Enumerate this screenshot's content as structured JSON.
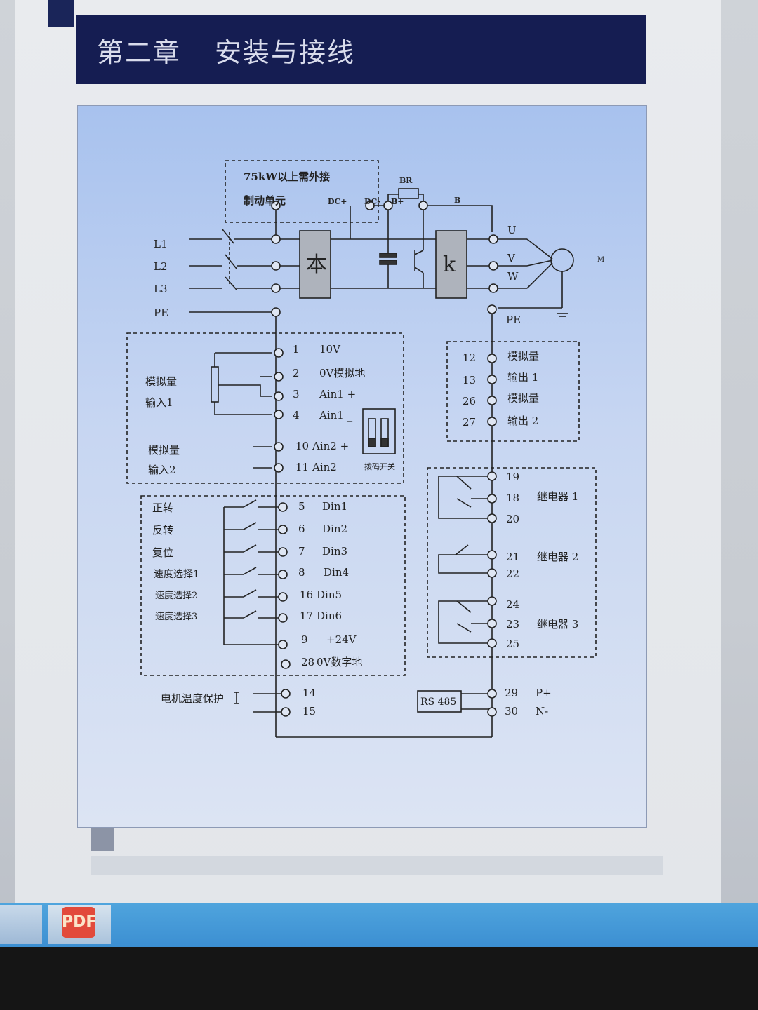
{
  "document": {
    "chapter": "第二章",
    "title": "安装与接线"
  },
  "diagram": {
    "brake_note_line1": "75kW以上需外接",
    "brake_note_line2": "制动单元",
    "bus_labels": {
      "dc_plus": "DC+",
      "dc_minus": "DC-",
      "b_plus": "B+",
      "br": "BR",
      "b": "B"
    },
    "mains_inputs": [
      "L1",
      "L2",
      "L3",
      "PE"
    ],
    "motor_terminals": [
      "U",
      "V",
      "W",
      "PE"
    ],
    "motor_label": "M",
    "analog_input1_label_line1": "模拟量",
    "analog_input1_label_line2": "输入1",
    "analog_input2_label_line1": "模拟量",
    "analog_input2_label_line2": "输入2",
    "analog_terminals": [
      {
        "num": "1",
        "name": "10V"
      },
      {
        "num": "2",
        "name": "0V模拟地"
      },
      {
        "num": "3",
        "name": "Ain1 +"
      },
      {
        "num": "4",
        "name": "Ain1 _"
      },
      {
        "num": "10",
        "name": "Ain2 +"
      },
      {
        "num": "11",
        "name": "Ain2 _"
      }
    ],
    "dip_switch_label": "拨码开关",
    "digital_inputs": [
      {
        "label": "正转",
        "num": "5",
        "name": "Din1"
      },
      {
        "label": "反转",
        "num": "6",
        "name": "Din2"
      },
      {
        "label": "复位",
        "num": "7",
        "name": "Din3"
      },
      {
        "label": "速度选择1",
        "num": "8",
        "name": "Din4"
      },
      {
        "label": "速度选择2",
        "num": "16",
        "name": "Din5"
      },
      {
        "label": "速度选择3",
        "num": "17",
        "name": "Din6"
      }
    ],
    "supply_terminals": [
      {
        "num": "9",
        "name": "+24V"
      },
      {
        "num": "28",
        "name": "0V数字地"
      }
    ],
    "motor_temp_label": "电机温度保护",
    "motor_temp_terminals": [
      "14",
      "15"
    ],
    "analog_outputs": [
      {
        "num": "12",
        "name": "模拟量"
      },
      {
        "num": "13",
        "name": "输出 1"
      },
      {
        "num": "26",
        "name": "模拟量"
      },
      {
        "num": "27",
        "name": "输出 2"
      }
    ],
    "relays": [
      {
        "terminals": [
          "19",
          "18",
          "20"
        ],
        "name": "继电器 1"
      },
      {
        "terminals": [
          "21",
          "22"
        ],
        "name": "继电器 2"
      },
      {
        "terminals": [
          "24",
          "23",
          "25"
        ],
        "name": "继电器 3"
      }
    ],
    "rs485": {
      "label": "RS 485",
      "terminals": [
        {
          "num": "29",
          "name": "P+"
        },
        {
          "num": "30",
          "name": "N-"
        }
      ]
    }
  },
  "taskbar": {
    "pdf_icon_text": "PDF"
  }
}
